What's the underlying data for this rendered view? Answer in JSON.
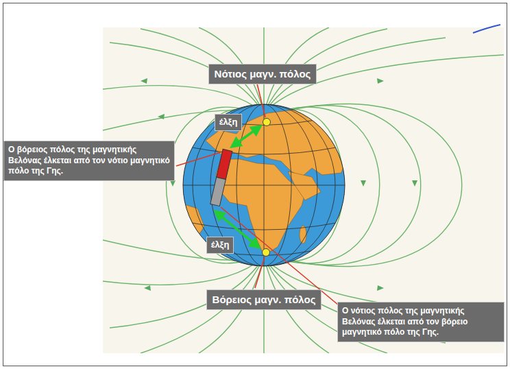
{
  "diagram": {
    "nodes": [
      {
        "text": [
          "Νότιος μαγν. πόλος"
        ]
      },
      {
        "text": [
          "έλξη"
        ]
      },
      {
        "text": [
          "Ο βόρειος πόλος της μαγνητικής Βελόνας έλκεται από τον νότιο μαγνητικό πόλο της Γης."
        ]
      },
      {
        "text": [
          "έλξη"
        ]
      },
      {
        "text": [
          "Βόρειος μαγν. πόλος"
        ]
      },
      {
        "text": [
          "Ο νότιος πόλος της μαγνητικής Βελόνας έλκεται από τον βόρειο μαγνητικό πόλο της Γης."
        ]
      }
    ]
  }
}
